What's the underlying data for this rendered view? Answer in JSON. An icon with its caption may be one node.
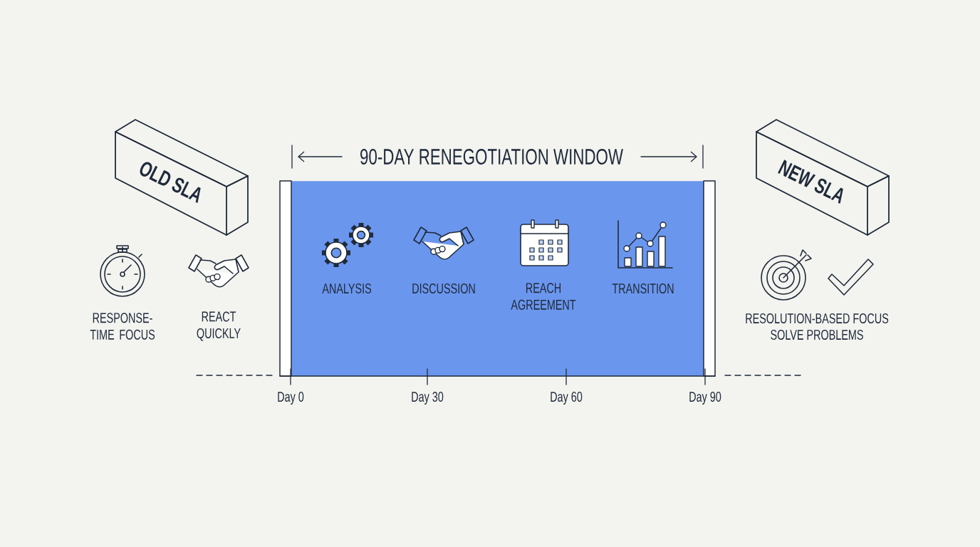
{
  "diagram": {
    "nodes": [
      {
        "text": [
          "OLD SLA"
        ]
      },
      {
        "text": [
          "90-DAY RENEGOTIATION WINDOW"
        ]
      },
      {
        "text": [
          "NEW SLA"
        ]
      }
    ],
    "labels": [
      "RESPONSE-TIME FOCUS",
      "REACT QUICKLY",
      "ANALYSIS",
      "DISCUSSION",
      "REACH AGREEMENT",
      "TRANSITION",
      "RESOLUTION-BASED FOCUS",
      "SOLVE PROBLEMS",
      "Day 0",
      "Day 30",
      "Day 60",
      "Day 90"
    ]
  }
}
